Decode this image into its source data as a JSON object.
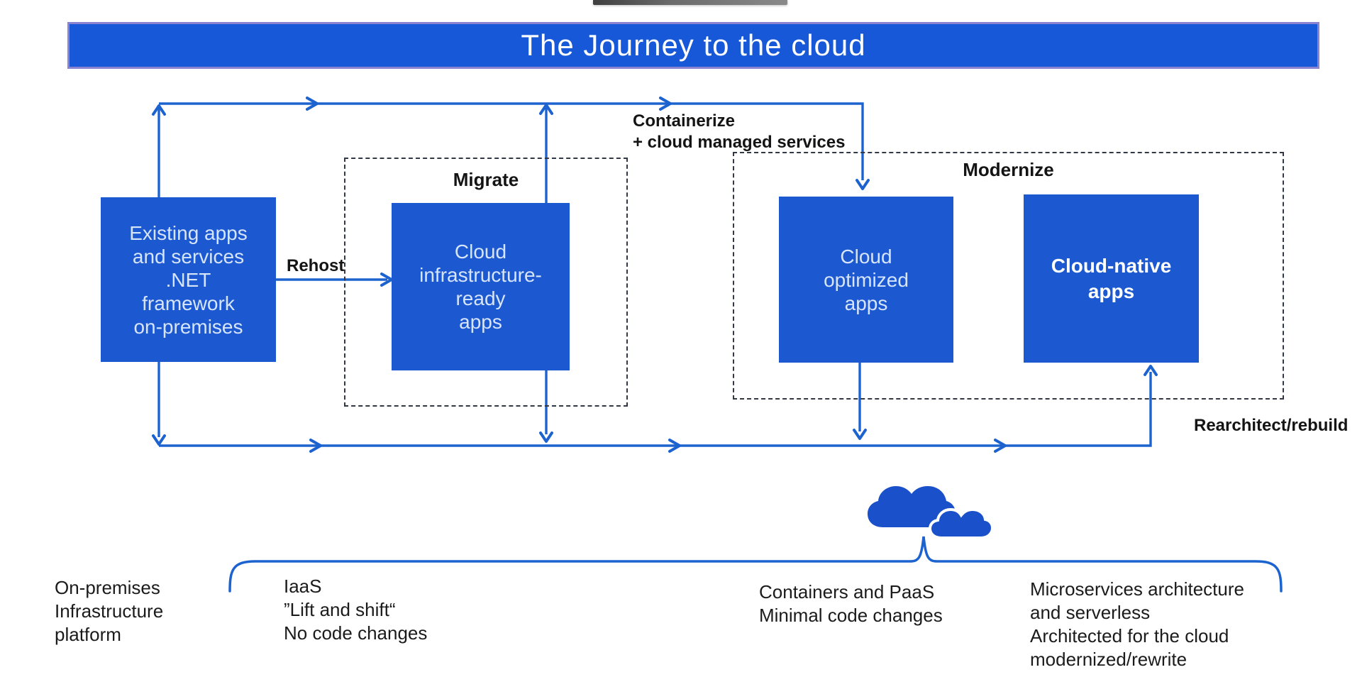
{
  "banner": {
    "title": "The Journey to the cloud",
    "bg_color": "#1658d8",
    "border_color": "#8a83d1"
  },
  "groups": {
    "migrate_label": "Migrate",
    "modernize_label": "Modernize"
  },
  "boxes": {
    "existing": "Existing apps\nand services\n.NET\nframework\non-premises",
    "infra_ready": "Cloud\ninfrastructure-\nready\napps",
    "optimized": "Cloud\noptimized\napps",
    "native": "Cloud-native\napps"
  },
  "arrow_labels": {
    "rehost": "Rehost",
    "containerize": "Containerize\n+ cloud managed services",
    "rearchitect": "Rearchitect/rebuild"
  },
  "footnotes": {
    "on_premises": "On-premises\nInfrastructure\n platform",
    "iaas": "IaaS\n”Lift and shift“\nNo code changes",
    "containers_paas": "Containers and PaaS\nMinimal code changes",
    "microservices": "Microservices architecture\nand serverless\nArchitected for the cloud\nmodernized/rewrite"
  },
  "colors": {
    "box_blue": "#1c58d0",
    "box_text": "#d6e5fb",
    "arrow_blue": "#1d63cf",
    "dashed_border": "#333845",
    "text_black": "#1b1b1b",
    "cloud_blue": "#1a50c9"
  }
}
